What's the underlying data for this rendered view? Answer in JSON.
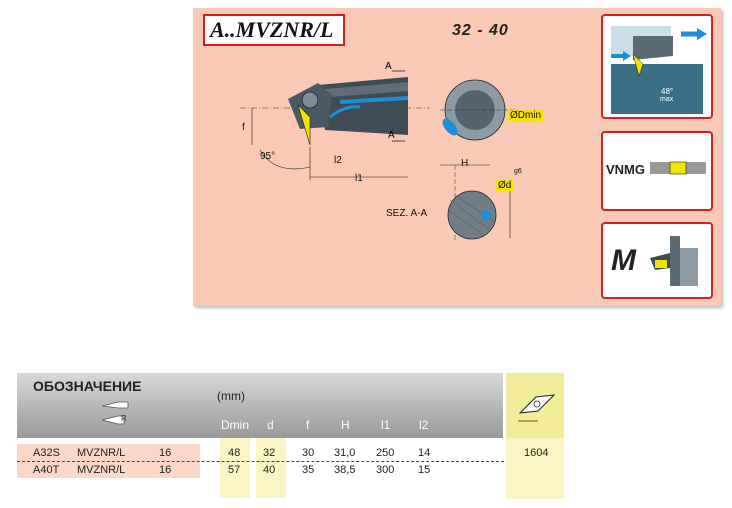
{
  "header": {
    "title": "A..MVZNR/L",
    "range": "32 -  40"
  },
  "drawing": {
    "label_A_top": "A",
    "label_A_bottom": "A",
    "label_f": "f",
    "label_95": "95°",
    "label_l2": "l2",
    "label_l1": "l1",
    "label_dmin": "ØDmin",
    "label_H": "H",
    "label_d": "Ød",
    "label_g6": "g6",
    "label_section": "SEZ. A-A"
  },
  "side_cards": {
    "angle_text": "48°",
    "angle_sub": "max",
    "insert_label": "VNMG",
    "clamp_label": "M"
  },
  "table": {
    "designation_title": "ОБОЗНАЧЕНИЕ",
    "hand_label": "R",
    "unit": "(mm)",
    "columns": [
      "Dmin",
      "d",
      "f",
      "H",
      "l1",
      "l2"
    ],
    "rows": [
      {
        "code": "A32S",
        "name": "MVZNR/L",
        "size": "16",
        "values": [
          "48",
          "32",
          "30",
          "31,0",
          "250",
          "14"
        ]
      },
      {
        "code": "A40T",
        "name": "MVZNR/L",
        "size": "16",
        "values": [
          "57",
          "40",
          "35",
          "38,5",
          "300",
          "15"
        ]
      }
    ],
    "insert_code": "1604"
  },
  "colors": {
    "panel_bg": "#f9c9b5",
    "accent_red": "#d62020",
    "highlight_yellow": "#f2e400",
    "coolant_blue": "#1d8fd8"
  }
}
